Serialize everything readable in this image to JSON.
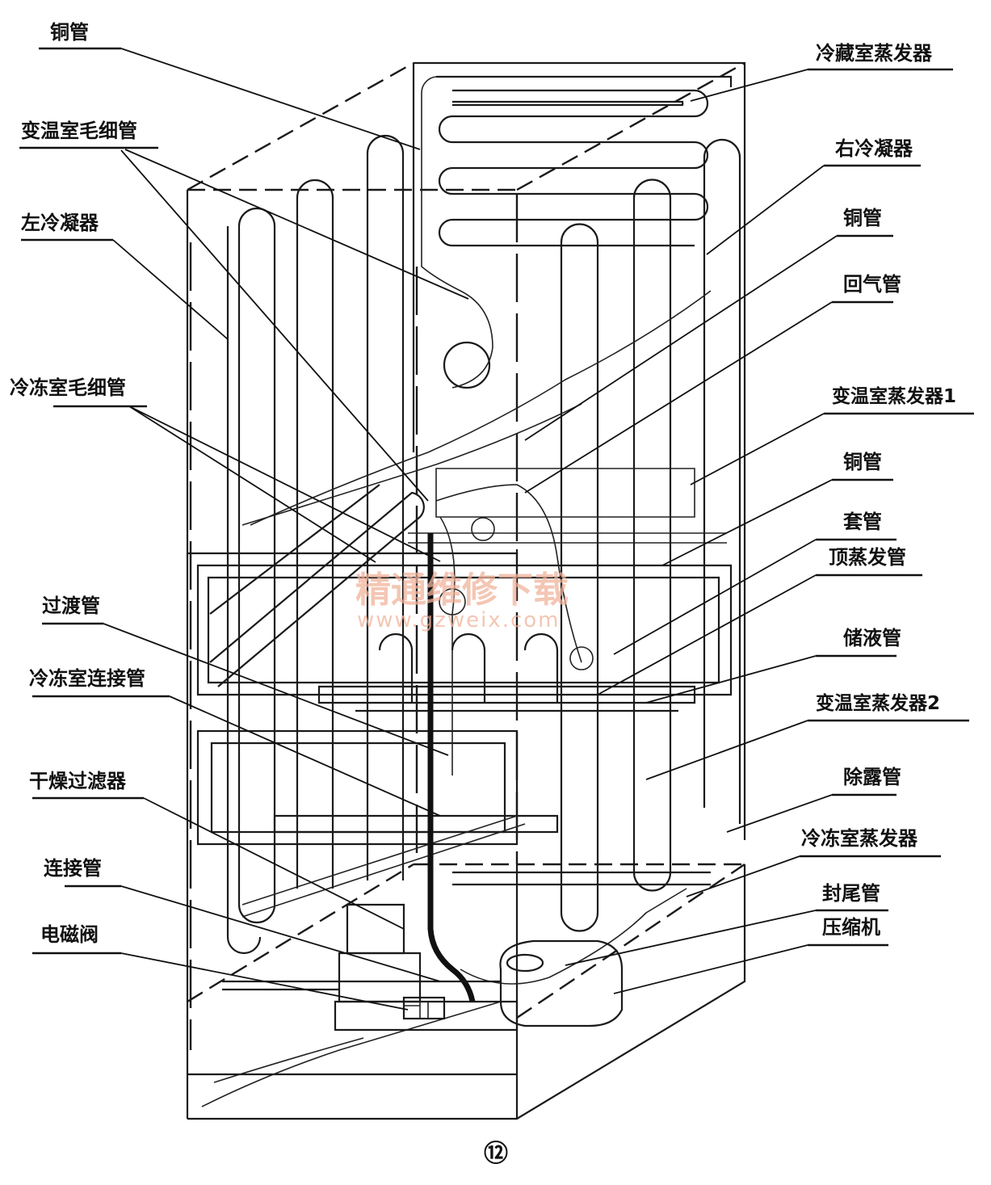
{
  "figure_number": "⑫",
  "watermark": {
    "text": "精通维修下载",
    "url": "www.gzweix.com"
  },
  "labels": {
    "tongguan_top": "铜管",
    "bianwen_maoxi": "变温室毛细管",
    "zuo_lengning": "左冷凝器",
    "lengdong_maoxi": "冷冻室毛细管",
    "guodu_guan": "过渡管",
    "lengdong_lianjie": "冷冻室连接管",
    "ganzao_guolv": "干燥过滤器",
    "lianjie_guan": "连接管",
    "diancifa": "电磁阀",
    "lengcang_zhengfa": "冷藏室蒸发器",
    "you_lengning": "右冷凝器",
    "tongguan_r1": "铜管",
    "huiqi_guan": "回气管",
    "bianwen_zhengfa1": "变温室蒸发器1",
    "tongguan_r2": "铜管",
    "tao_guan": "套管",
    "ding_zhengfa": "顶蒸发管",
    "chuye_guan": "储液管",
    "bianwen_zhengfa2": "变温室蒸发器2",
    "chulu_guan": "除露管",
    "lengdong_zhengfa": "冷冻室蒸发器",
    "fengwei_guan": "封尾管",
    "yasuoji": "压缩机"
  }
}
